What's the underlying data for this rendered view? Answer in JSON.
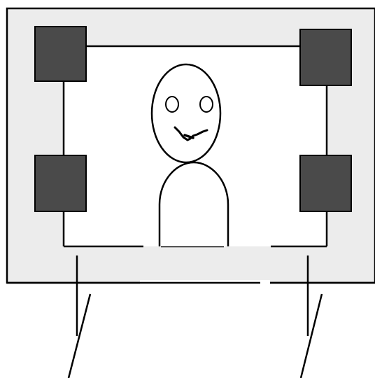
{
  "colors": {
    "background": "#ffffff",
    "outer_panel_fill": "#ececec",
    "inner_panel_fill": "#ffffff",
    "stroke": "#000000",
    "corner_block_fill": "#4a4a4a"
  },
  "figure": {
    "corner_blocks": 4,
    "face": {
      "expression": "smile",
      "eyes": 2
    },
    "support_legs": 2
  }
}
